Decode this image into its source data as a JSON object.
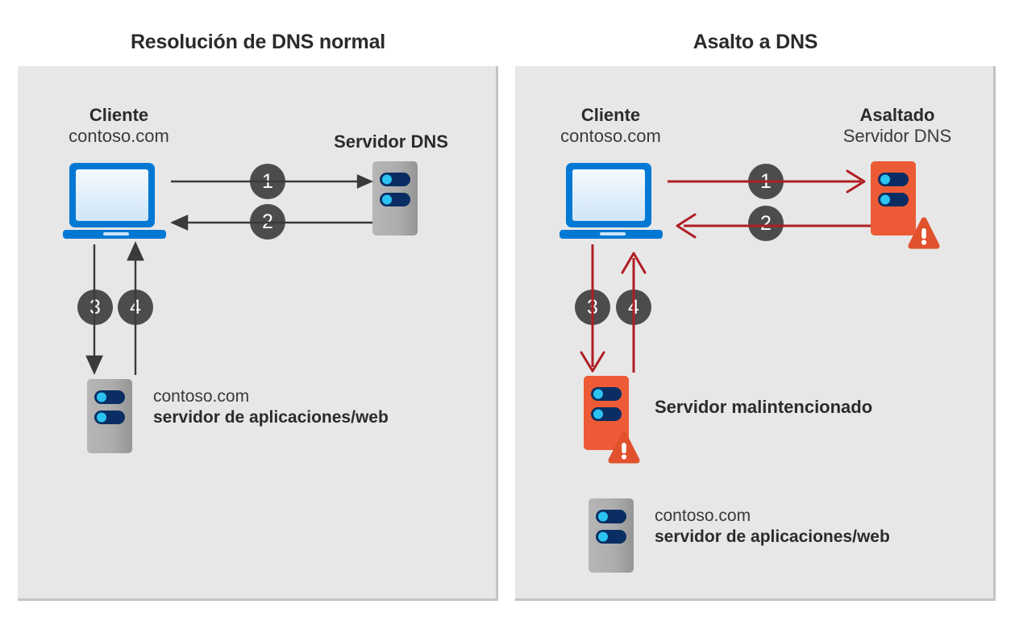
{
  "diagram": {
    "title_left": "Resolución de DNS normal",
    "title_right": "Asalto a DNS",
    "colors": {
      "panel_background": "#E7E7E7",
      "page_background": "#FFFFFF",
      "text": "#2B2B2B",
      "badge_fill": "#4C4C4C",
      "badge_text": "#FFFFFF",
      "arrow_normal": "#3A3A3A",
      "arrow_attack": "#B01E23",
      "server_gray": "#A6A6A6",
      "server_slot_navy": "#0A2E63",
      "server_led_cyan": "#2BC3F0",
      "server_malicious_orange": "#EC5B35",
      "warning_triangle": "#E0512C",
      "laptop_blue": "#0078D4",
      "laptop_screen": "#EAF4FC"
    }
  },
  "left_panel": {
    "client": {
      "title": "Cliente",
      "subtitle": "contoso.com",
      "icon": "laptop-icon"
    },
    "dns_server": {
      "title": "Servidor DNS",
      "icon": "server-icon"
    },
    "app_server": {
      "line1": "contoso.com",
      "line2": "servidor de aplicaciones/web",
      "icon": "server-icon"
    },
    "steps": [
      {
        "number": "1",
        "direction": "client-to-dns",
        "color": "#3A3A3A"
      },
      {
        "number": "2",
        "direction": "dns-to-client",
        "color": "#3A3A3A"
      },
      {
        "number": "3",
        "direction": "client-to-app",
        "color": "#3A3A3A"
      },
      {
        "number": "4",
        "direction": "app-to-client",
        "color": "#3A3A3A"
      }
    ]
  },
  "right_panel": {
    "client": {
      "title": "Cliente",
      "subtitle": "contoso.com",
      "icon": "laptop-icon"
    },
    "dns_server": {
      "title": "Asaltado",
      "subtitle": "Servidor DNS",
      "icon": "server-compromised-icon"
    },
    "malicious_server": {
      "label": "Servidor malintencionado",
      "icon": "server-compromised-icon"
    },
    "app_server": {
      "line1": "contoso.com",
      "line2": "servidor de aplicaciones/web",
      "icon": "server-icon"
    },
    "steps": [
      {
        "number": "1",
        "direction": "client-to-compromised-dns",
        "color": "#B01E23"
      },
      {
        "number": "2",
        "direction": "compromised-dns-to-client",
        "color": "#B01E23"
      },
      {
        "number": "3",
        "direction": "client-to-malicious",
        "color": "#B01E23"
      },
      {
        "number": "4",
        "direction": "malicious-to-client",
        "color": "#B01E23"
      }
    ]
  }
}
